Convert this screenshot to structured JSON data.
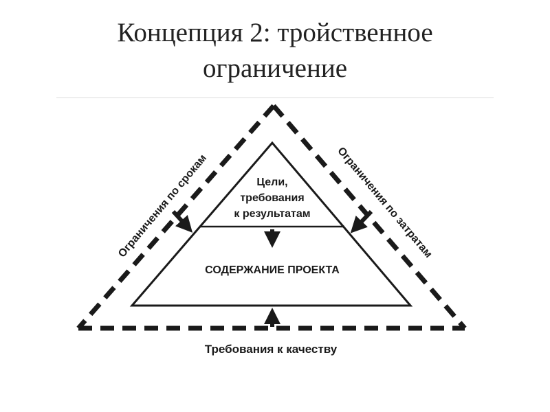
{
  "slide": {
    "title_line1": "Концепция 2: тройственное",
    "title_line2": "ограничение"
  },
  "diagram": {
    "left_side_label": "Ограничения по срокам",
    "right_side_label": "Ограничения по затратам",
    "bottom_label": "Требования к качеству",
    "top_section_line1": "Цели,",
    "top_section_line2": "требования",
    "top_section_line3": "к результатам",
    "main_section_label": "СОДЕРЖАНИЕ ПРОЕКТА"
  }
}
